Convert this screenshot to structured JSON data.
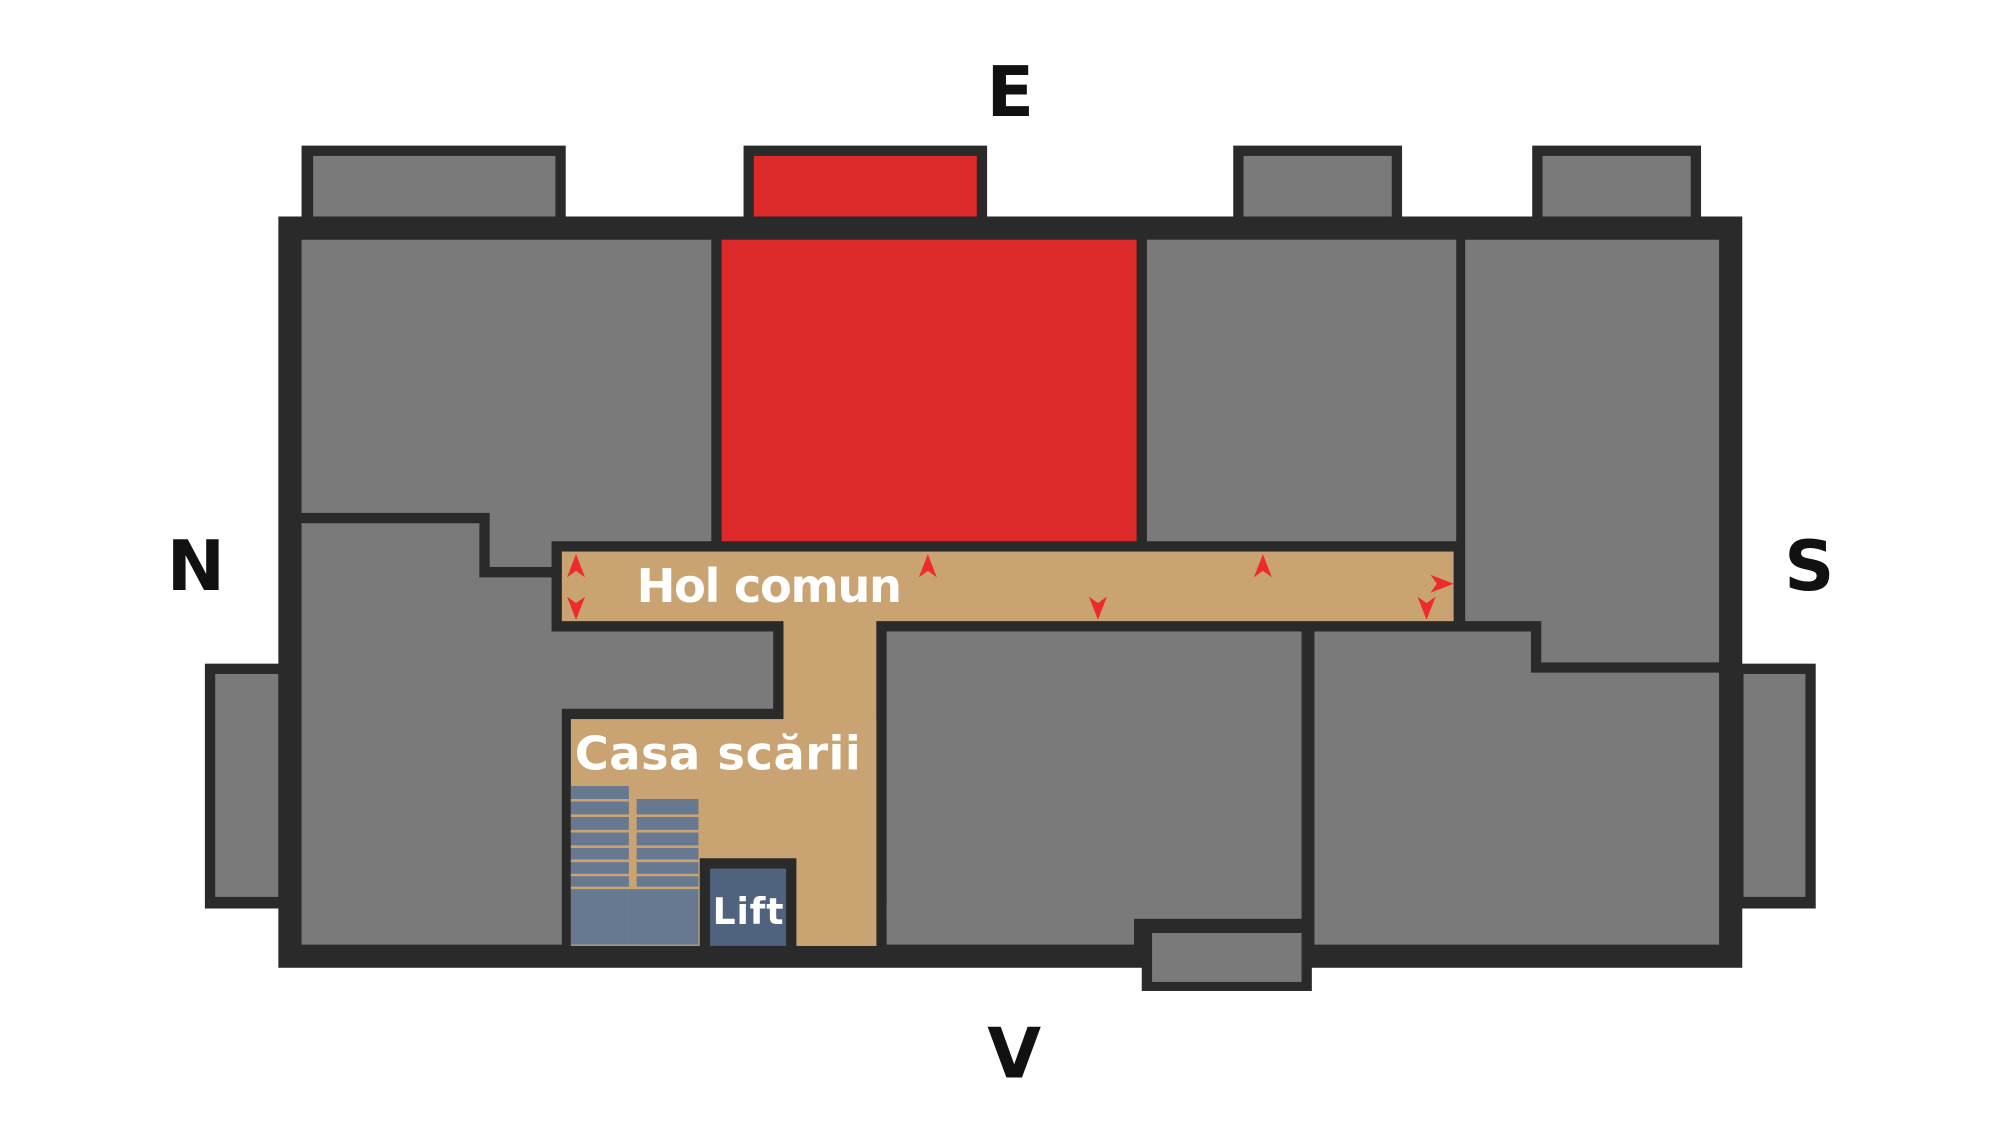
{
  "compass": {
    "north": "N",
    "east": "E",
    "south": "S",
    "west": "V"
  },
  "labels": {
    "hallway": "Hol comun",
    "stairwell": "Casa scării",
    "elevator": "Lift"
  },
  "colors": {
    "wall": "#2a2a2a",
    "room": "#7a7a7a",
    "highlighted_room": "#dc2a2a",
    "hallway": "#c9a472",
    "stairs": "#677891",
    "elevator": "#4f627e",
    "door_arrows": "#ee2a2a"
  }
}
